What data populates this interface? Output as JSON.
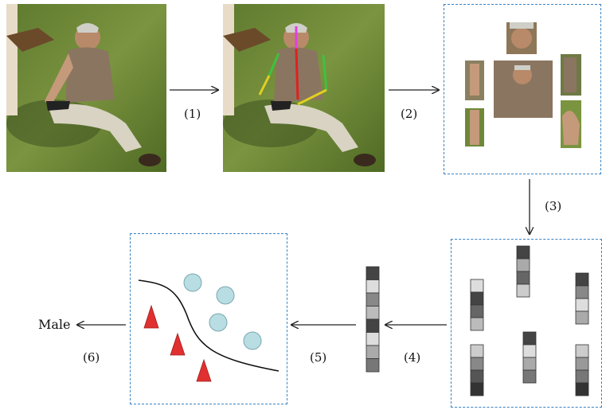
{
  "steps": {
    "s1": "(1)",
    "s2": "(2)",
    "s3": "(3)",
    "s4": "(4)",
    "s5": "(5)",
    "s6": "(6)"
  },
  "output_label": "Male",
  "colors": {
    "dashed_border": "#3a82c4",
    "circle_fill": "#b8dde3",
    "triangle_fill": "#e03030",
    "arrow": "#222222"
  },
  "icons": {
    "input_photo": "photo-man-sitting-on-grass",
    "pose_photo": "photo-with-skeleton-overlay",
    "body_parts": "body-part-crops",
    "feature_vectors": "grayscale-feature-bars",
    "classifier": "decision-boundary-plot"
  }
}
